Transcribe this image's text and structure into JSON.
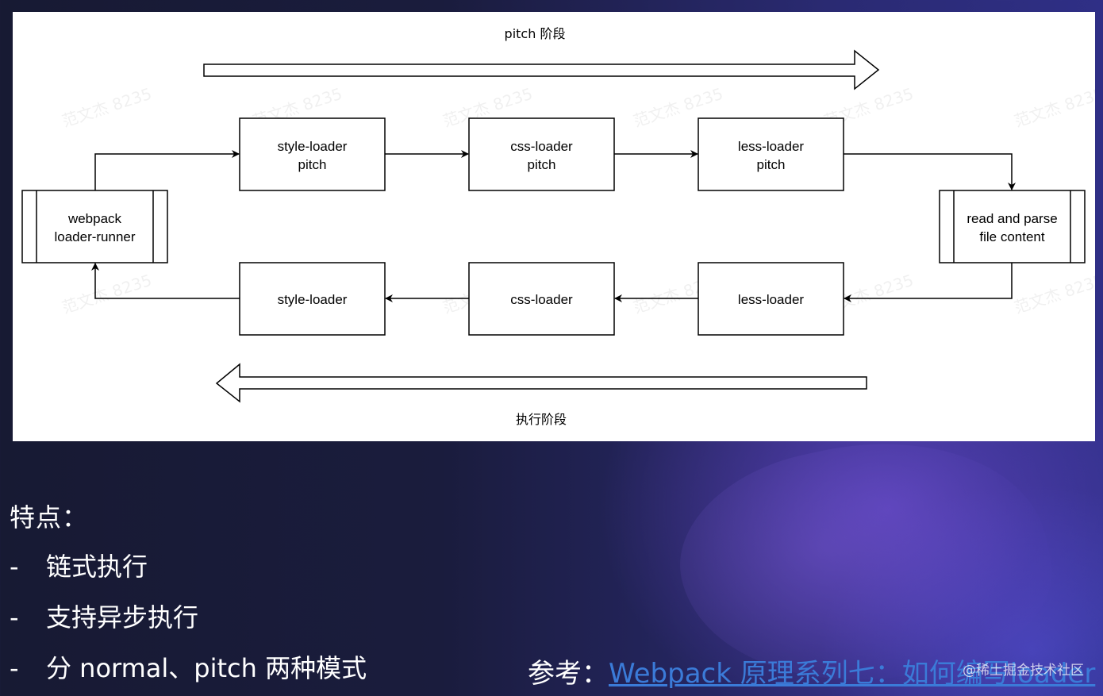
{
  "diagram": {
    "phase_top": "pitch 阶段",
    "phase_bottom": "执行阶段",
    "watermark": "范文杰 8235",
    "nodes": {
      "runner": [
        "webpack",
        "loader-runner"
      ],
      "style_pitch": [
        "style-loader",
        "pitch"
      ],
      "css_pitch": [
        "css-loader",
        "pitch"
      ],
      "less_pitch": [
        "less-loader",
        "pitch"
      ],
      "read_file": [
        "read and parse",
        "file content"
      ],
      "less_exec": "less-loader",
      "css_exec": "css-loader",
      "style_exec": "style-loader"
    }
  },
  "notes": {
    "title": "特点：",
    "items": [
      {
        "dash": "-",
        "text": "链式执行"
      },
      {
        "dash": "-",
        "text": "支持异步执行"
      },
      {
        "dash": "-",
        "text": "分 normal、pitch 两种模式"
      }
    ]
  },
  "reference": {
    "prefix": "参考：",
    "link_text": "Webpack 原理系列七：如何编写loader"
  },
  "credit": "@稀土掘金技术社区"
}
